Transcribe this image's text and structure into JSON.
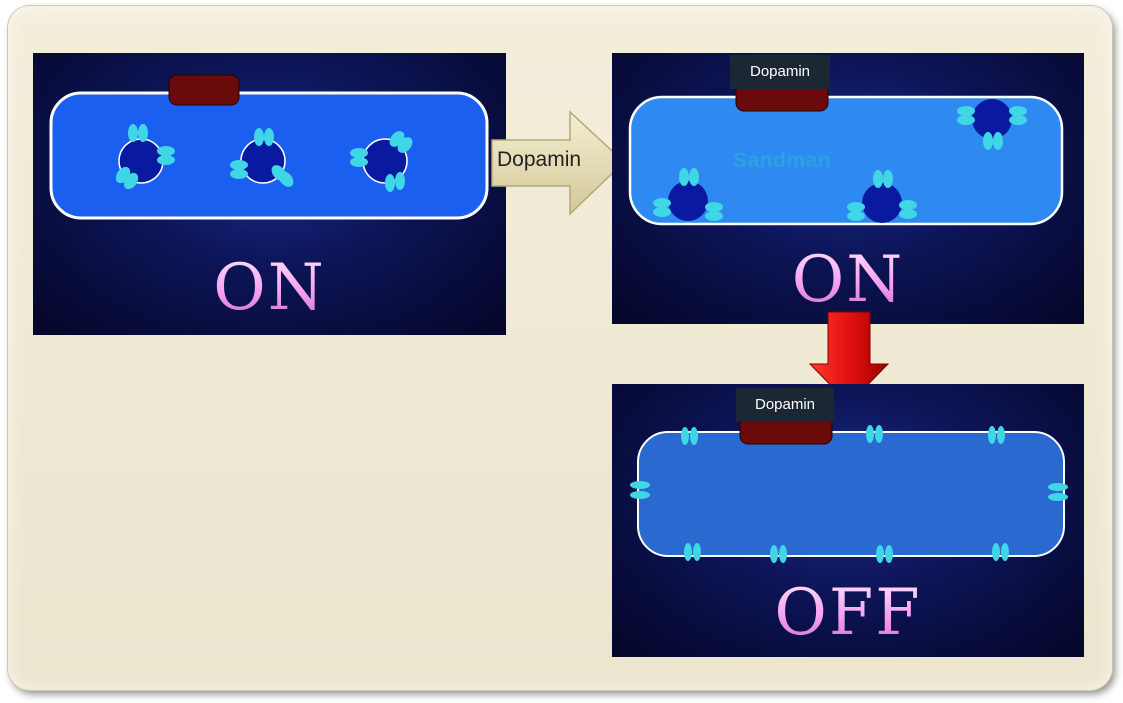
{
  "colors": {
    "frame_bg": "#ece6cf",
    "panel_bg": "#0c1455",
    "cell_on": "#1a5ff0",
    "cell_off": "#2a6ad0",
    "pore": "#6a0a0a",
    "channel": "#3fd6e6",
    "state_text": "#f0a8f0",
    "down_arrow": "#e01010",
    "right_arrow": "#e4dcae"
  },
  "panels": {
    "left": {
      "state": "ON"
    },
    "top_right": {
      "tag": "Dopamin",
      "protein_label": "Sandman",
      "state": "ON"
    },
    "bottom_right": {
      "tag": "Dopamin",
      "state": "OFF"
    }
  },
  "arrows": {
    "right": {
      "label": "Dopamin"
    },
    "down": {}
  }
}
